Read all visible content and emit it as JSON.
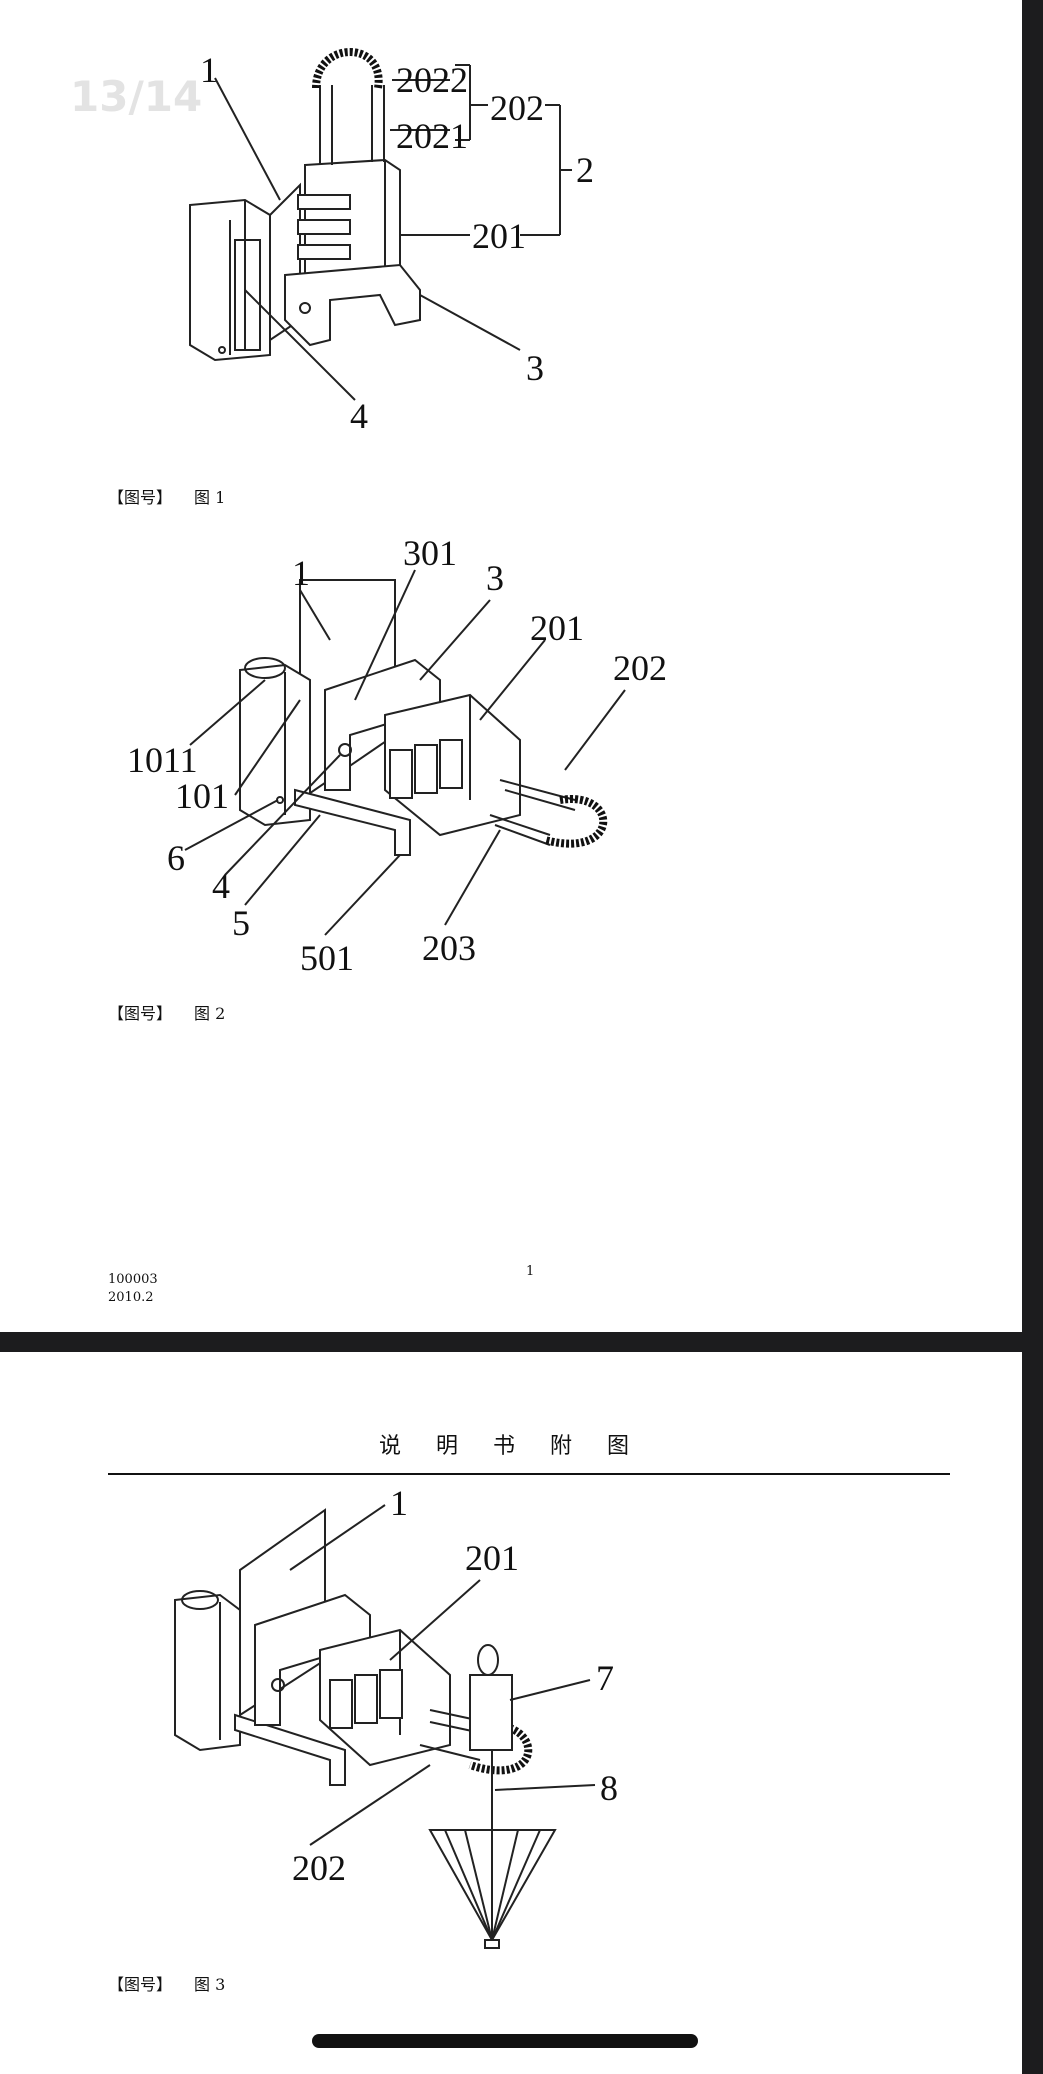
{
  "viewer": {
    "page_indicator": "13/14"
  },
  "page1": {
    "figure1": {
      "refs": {
        "r1": "1",
        "r2022": "2022",
        "r2021": "2021",
        "r202": "202",
        "r2": "2",
        "r201": "201",
        "r3": "3",
        "r4": "4"
      },
      "caption_bracket": "【图号】",
      "caption_label": "图 1"
    },
    "figure2": {
      "refs": {
        "r1": "1",
        "r301": "301",
        "r3": "3",
        "r201": "201",
        "r202": "202",
        "r1011": "1011",
        "r101": "101",
        "r6": "6",
        "r4": "4",
        "r5": "5",
        "r501": "501",
        "r203": "203"
      },
      "caption_bracket": "【图号】",
      "caption_label": "图 2"
    },
    "footer": {
      "form_no": "100003",
      "date": "2010.2",
      "page_number": "1"
    }
  },
  "page2": {
    "header_title": "说 明 书 附 图",
    "figure3": {
      "refs": {
        "r1": "1",
        "r201": "201",
        "r7": "7",
        "r8": "8",
        "r202": "202"
      },
      "caption_bracket": "【图号】",
      "caption_label": "图 3"
    }
  }
}
